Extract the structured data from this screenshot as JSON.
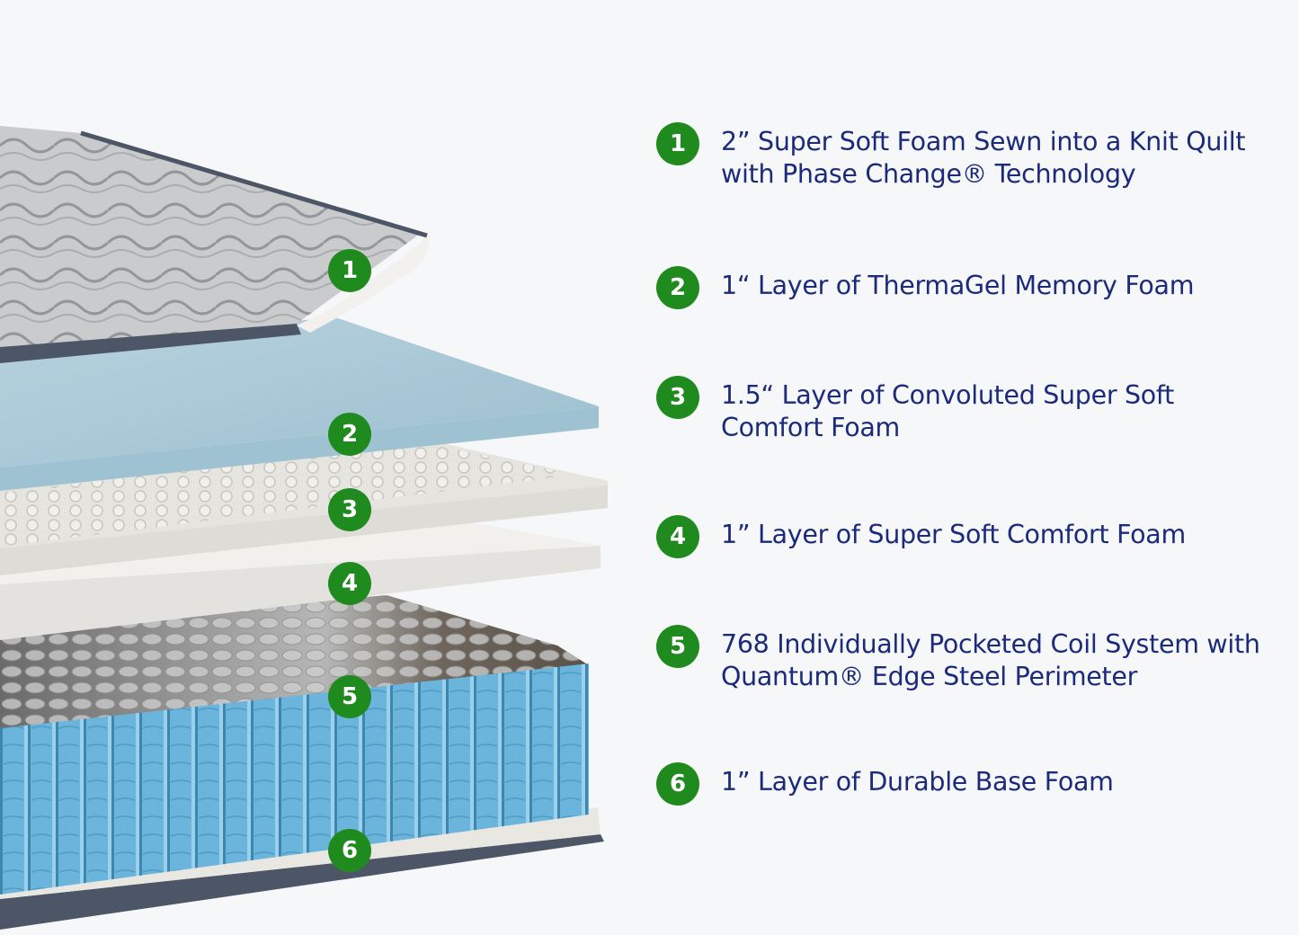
{
  "colors": {
    "background": "#f6f7f9",
    "marker": "#1f8a1d",
    "marker_text": "#ffffff",
    "legend_text": "#1b2a7a",
    "quilt_top": "#c9cbcc",
    "gel_layer": "#a9c6d6",
    "convoluted_foam": "#e6e4df",
    "comfort_foam": "#ebebe8",
    "coil_tops": "#a0a0a0",
    "edge_coils": "#6fb6dc",
    "base_foam": "#e9e7e2",
    "border_trim": "#4d5666"
  },
  "layers": [
    {
      "number": "1",
      "line1": "2” Super Soft Foam Sewn into a Knit Quilt",
      "line2": "with Phase Change® Technology"
    },
    {
      "number": "2",
      "line1": "1“ Layer of ThermaGel Memory Foam",
      "line2": ""
    },
    {
      "number": "3",
      "line1": "1.5“ Layer of Convoluted Super Soft",
      "line2": "Comfort Foam"
    },
    {
      "number": "4",
      "line1": "1” Layer of Super Soft Comfort Foam",
      "line2": ""
    },
    {
      "number": "5",
      "line1": "768 Individually Pocketed Coil System with",
      "line2": "Quantum® Edge Steel Perimeter"
    },
    {
      "number": "6",
      "line1": "1” Layer of Durable Base Foam",
      "line2": ""
    }
  ]
}
